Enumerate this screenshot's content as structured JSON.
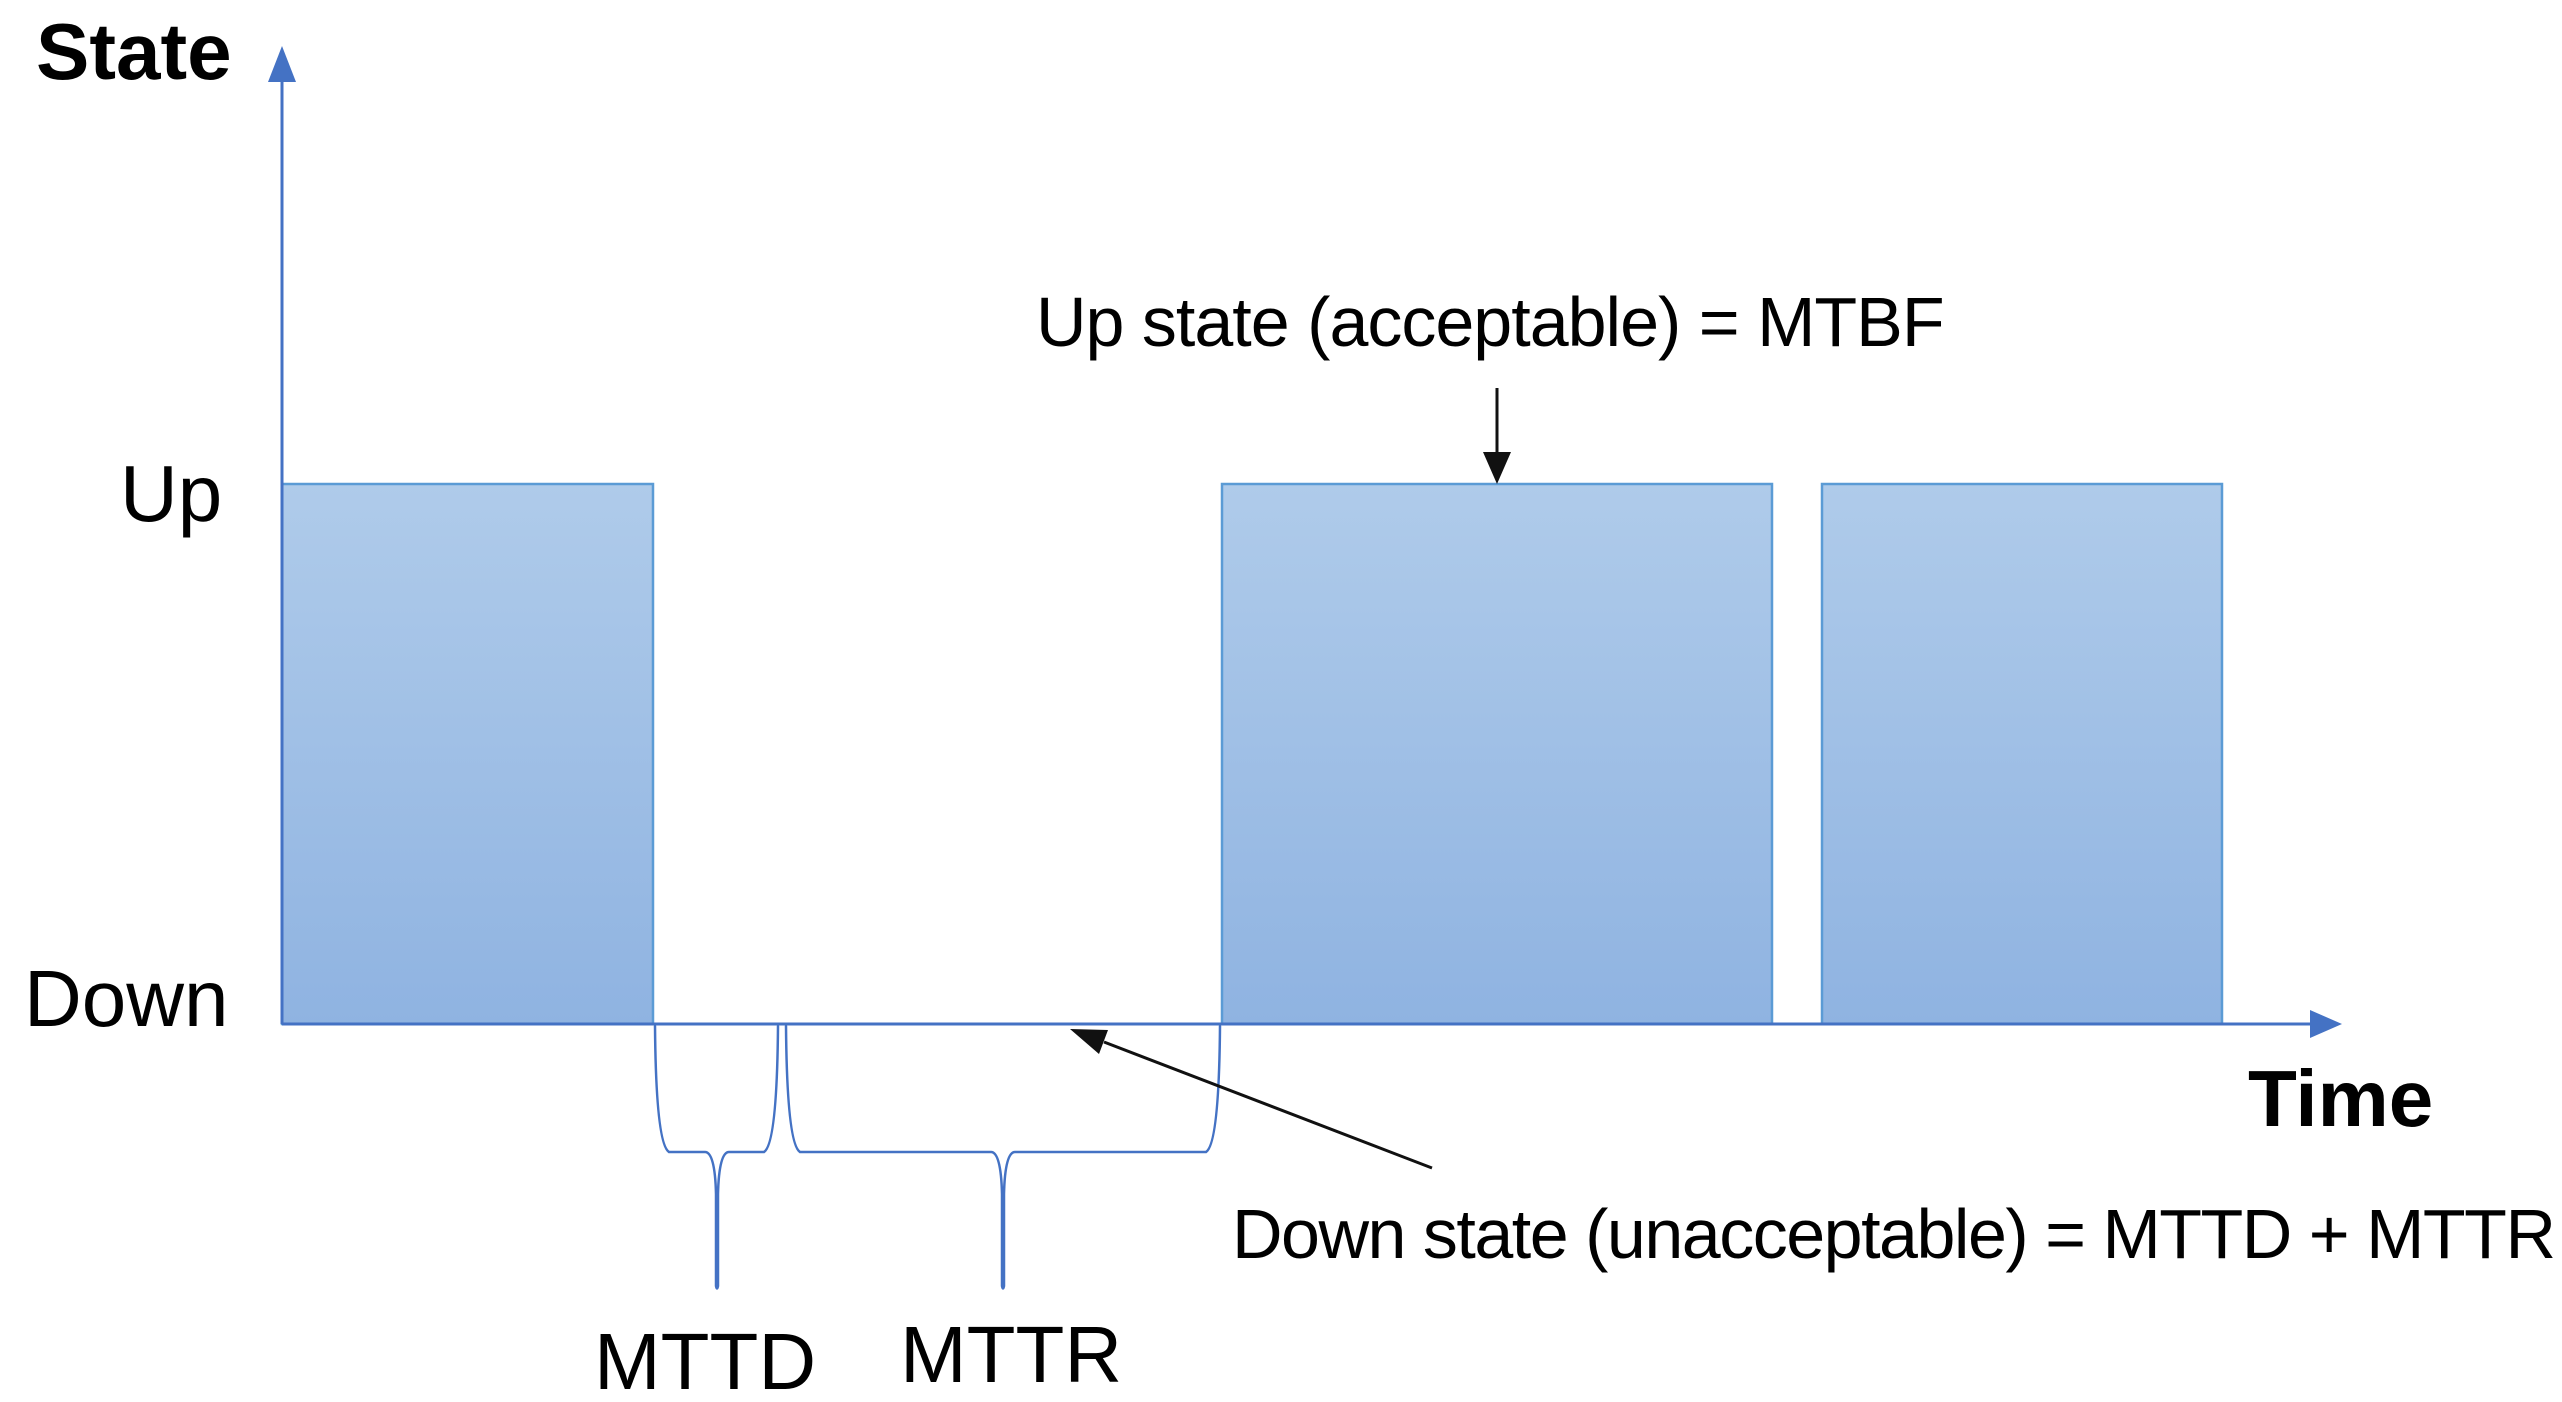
{
  "axes": {
    "y_title": "State",
    "x_title": "Time",
    "y_tick_up": "Up",
    "y_tick_down": "Down"
  },
  "annotations": {
    "up_state": "Up state (acceptable) = MTBF",
    "down_state": "Down state (unacceptable) = MTTD + MTTR"
  },
  "interval_labels": {
    "mttd": "MTTD",
    "mttr": "MTTR"
  },
  "colors": {
    "axis_blue": "#4472C4",
    "brace_blue": "#4472C4",
    "box_border": "#5B9BD5",
    "box_fill_top": "#AFCBEA",
    "box_fill_bottom": "#8FB3E1",
    "arrow_black": "#111111",
    "text_black": "#000000"
  }
}
